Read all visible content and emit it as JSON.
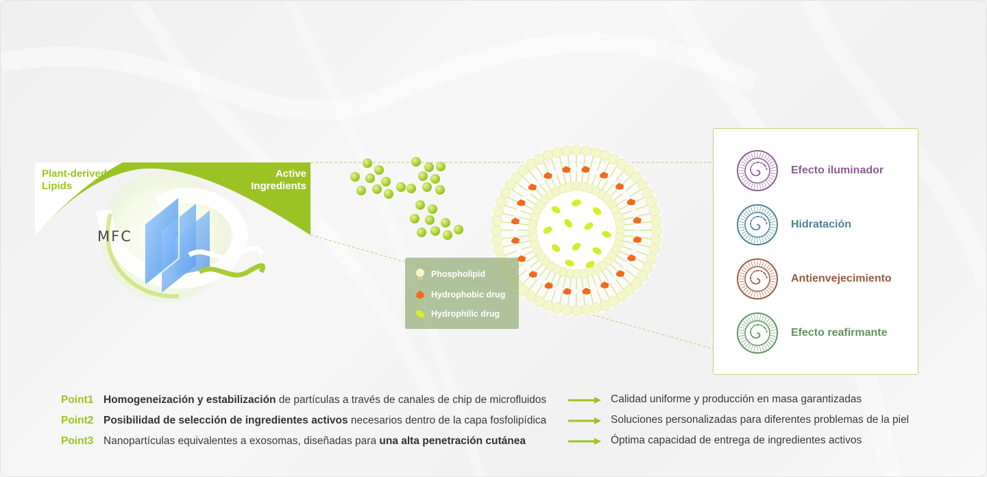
{
  "labels": {
    "plant_lipids_line1": "Plant-derived",
    "plant_lipids_line2": "Lipids",
    "active_line1": "Active",
    "active_line2": "Ingredients",
    "mfc": "MFC"
  },
  "legend": [
    {
      "icon": "phospholipid-icon",
      "label": "Phospholipid",
      "color": "#f4f7cc"
    },
    {
      "icon": "hydrophobic-drug-icon",
      "label": "Hydrophobic drug",
      "color": "#f26a1b"
    },
    {
      "icon": "hydrophilic-drug-icon",
      "label": "Hydrophilic drug",
      "color": "#d4ee2a"
    }
  ],
  "effects": [
    {
      "label": "Efecto iluminador",
      "color": "#8c5e93"
    },
    {
      "label": "Hidratación",
      "color": "#4b8393"
    },
    {
      "label": "Antienvejecimiento",
      "color": "#9a5a40"
    },
    {
      "label": "Efecto reafirmante",
      "color": "#5e9461"
    }
  ],
  "points": [
    {
      "label": "Point1",
      "bold_pre": "Homogeneización y estabilización",
      "text": " de partículas a través de canales de chip de microfluidos",
      "bold_post": "",
      "result": "Calidad uniforme y producción en masa garantizadas"
    },
    {
      "label": "Point2",
      "bold_pre": "Posibilidad de selección de ingredientes activos",
      "text": " necesarios dentro de la capa fosfolipídica",
      "bold_post": "",
      "result": "Soluciones personalizadas para diferentes problemas de la piel"
    },
    {
      "label": "Point3",
      "bold_pre": "",
      "text": "Nanopartículas equivalentes a exosomas, diseñadas para ",
      "bold_post": "una alta penetración cutánea",
      "result": "Óptima capacidad de entrega de ingredientes activos"
    }
  ],
  "colors": {
    "accent_green": "#9cc324",
    "arrow_green": "#9cc324",
    "channel_blue": "#6aa8f0"
  }
}
